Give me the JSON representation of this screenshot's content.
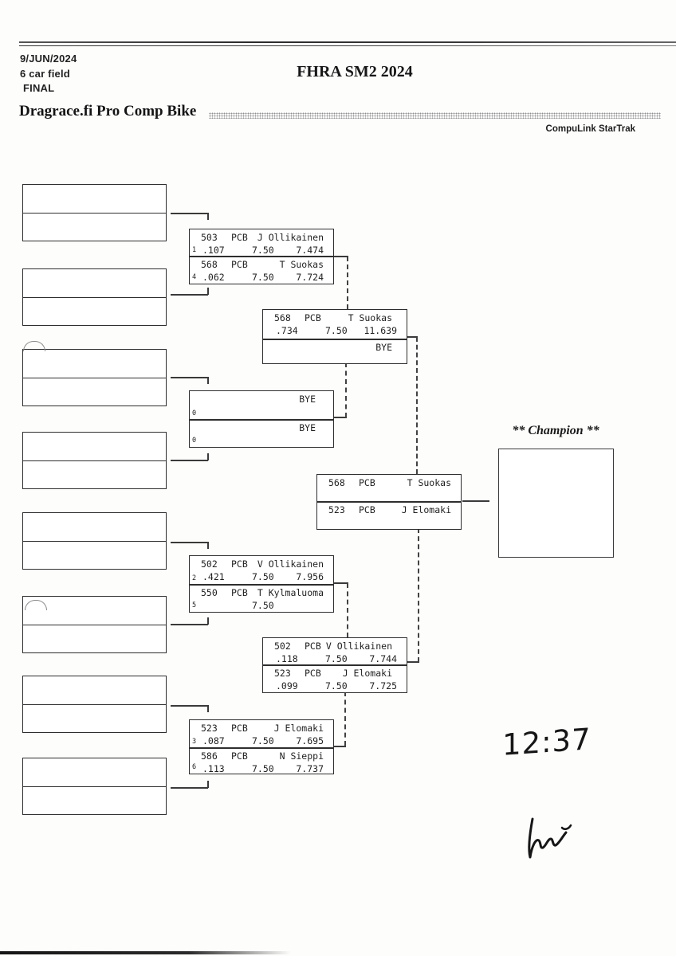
{
  "header": {
    "date": "9/JUN/2024",
    "field_size": "6 car field",
    "round": "FINAL",
    "event_title": "FHRA SM2 2024",
    "class_title": "Dragrace.fi Pro Comp Bike",
    "timing_brand": "CompuLink StarTrak"
  },
  "bracket": {
    "round1": {
      "qf1": {
        "top": {
          "num": "503",
          "cls": "PCB",
          "name": "J Ollikainen",
          "seed": "1",
          "rt": ".107",
          "dial": "7.50",
          "et": "7.474"
        },
        "bottom": {
          "num": "568",
          "cls": "PCB",
          "name": "T Suokas",
          "seed": "4",
          "rt": ".062",
          "dial": "7.50",
          "et": "7.724"
        }
      },
      "bye_match": {
        "top": {
          "name": "BYE",
          "seed": "0"
        },
        "bottom": {
          "name": "BYE",
          "seed": "0"
        }
      },
      "qf2": {
        "top": {
          "num": "502",
          "cls": "PCB",
          "name": "V Ollikainen",
          "seed": "2",
          "rt": ".421",
          "dial": "7.50",
          "et": "7.956"
        },
        "bottom": {
          "num": "550",
          "cls": "PCB",
          "name": "T Kylmaluoma",
          "seed": "5",
          "rt": "",
          "dial": "7.50",
          "et": ""
        }
      },
      "qf3": {
        "top": {
          "num": "523",
          "cls": "PCB",
          "name": "J Elomaki",
          "seed": "3",
          "rt": ".087",
          "dial": "7.50",
          "et": "7.695"
        },
        "bottom": {
          "num": "586",
          "cls": "PCB",
          "name": "N Sieppi",
          "seed": "6",
          "rt": ".113",
          "dial": "7.50",
          "et": "7.737"
        }
      }
    },
    "semifinals": {
      "sf1": {
        "top": {
          "num": "568",
          "cls": "PCB",
          "name": "T Suokas",
          "rt": ".734",
          "dial": "7.50",
          "et": "11.639"
        },
        "bottom": {
          "name": "BYE"
        }
      },
      "sf2": {
        "top": {
          "num": "502",
          "cls": "PCB",
          "name": "V Ollikainen",
          "rt": ".118",
          "dial": "7.50",
          "et": "7.744"
        },
        "bottom": {
          "num": "523",
          "cls": "PCB",
          "name": "J Elomaki",
          "rt": ".099",
          "dial": "7.50",
          "et": "7.725"
        }
      }
    },
    "final": {
      "top": {
        "num": "568",
        "cls": "PCB",
        "name": "T Suokas"
      },
      "bottom": {
        "num": "523",
        "cls": "PCB",
        "name": "J Elomaki"
      }
    },
    "champion_label": "** Champion **"
  },
  "annotations": {
    "handwritten_time": "12:37"
  }
}
